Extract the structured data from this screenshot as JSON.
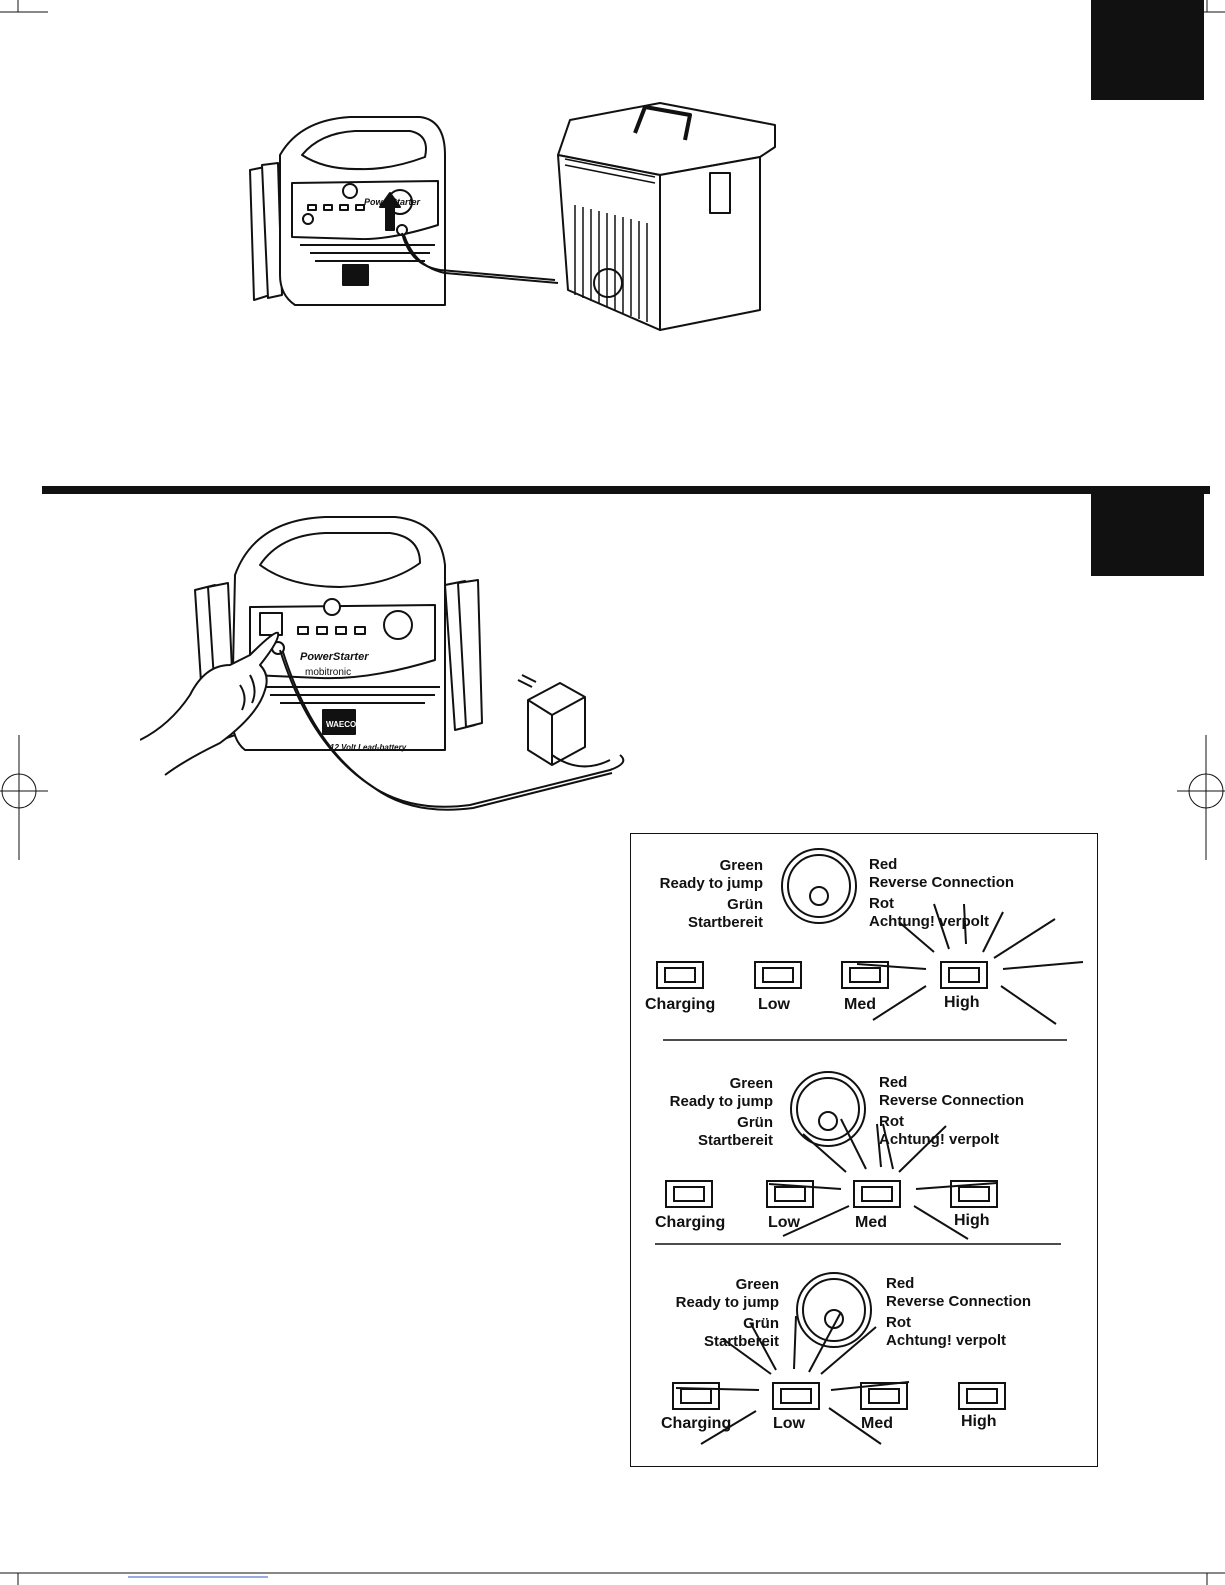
{
  "device": {
    "brand": "PowerStarter",
    "sub_brand": "mobitronic",
    "maker_badge": "WAECO",
    "battery_label": "12 Volt Lead-battery"
  },
  "indicator_panels": [
    {
      "green_en": "Green",
      "green_en_desc": "Ready to jump",
      "green_de": "Grün",
      "green_de_desc": "Startbereit",
      "red_en": "Red",
      "red_en_desc": "Reverse Connection",
      "red_de": "Rot",
      "red_de_desc": "Achtung! verpolt",
      "leds": [
        "Charging",
        "Low",
        "Med",
        "High"
      ]
    },
    {
      "green_en": "Green",
      "green_en_desc": "Ready to jump",
      "green_de": "Grün",
      "green_de_desc": "Startbereit",
      "red_en": "Red",
      "red_en_desc": "Reverse Connection",
      "red_de": "Rot",
      "red_de_desc": "Achtung! verpolt",
      "leds": [
        "Charging",
        "Low",
        "Med",
        "High"
      ]
    },
    {
      "green_en": "Green",
      "green_en_desc": "Ready to jump",
      "green_de": "Grün",
      "green_de_desc": "Startbereit",
      "red_en": "Red",
      "red_en_desc": "Reverse Connection",
      "red_de": "Rot",
      "red_de_desc": "Achtung! verpolt",
      "leds": [
        "Charging",
        "Low",
        "Med",
        "High"
      ]
    }
  ],
  "colors": {
    "ink": "#111111",
    "link_line": "#3355cc"
  }
}
